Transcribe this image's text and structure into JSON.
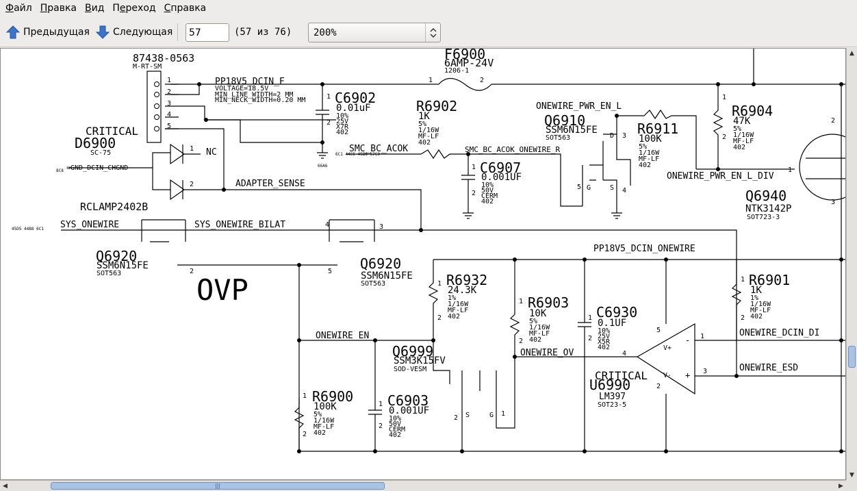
{
  "menu": {
    "file": {
      "hot": "Ф",
      "rest": "айл"
    },
    "edit": {
      "hot": "П",
      "rest": "равка"
    },
    "view": {
      "hot": "В",
      "rest": "ид"
    },
    "go": {
      "hot": "",
      "pre": "П",
      "hot2": "е",
      "rest": "реход"
    },
    "help": {
      "hot": "С",
      "rest": "правка"
    }
  },
  "toolbar": {
    "prev_label": "Предыдущая",
    "next_label": "Следующая",
    "page_value": "57",
    "page_count": "(57 из 76)",
    "zoom_value": "200%"
  },
  "icons": {
    "prev": "arrow-up-icon",
    "next": "arrow-down-icon",
    "zoom": "chevron-updown-icon"
  },
  "colors": {
    "arrow_blue": "#3b73c9",
    "scroll_thumb": "#a9c3e6"
  },
  "schematic": {
    "conn_part": "87438-0563",
    "conn_pkg": "M-RT-SM",
    "critical1": "CRITICAL",
    "d6900": "D6900",
    "d6900_pkg": "SC-75",
    "f6900": "F6900",
    "f6900_val": "6AMP-24V",
    "f6900_pkg": "1206-1",
    "pp18v5_dcin_f": "PP18V5_DCIN_F",
    "voltage": "VOLTAGE=18.5V",
    "min_line": "MIN_LINE_WIDTH=2 MM",
    "min_neck": "MIN_NECK_WIDTH=0.20 MM",
    "c6902": "C6902",
    "c6902_val": "0.01uF",
    "c6902_tol": "10%",
    "c6902_v": "25V",
    "c6902_d": "X7R",
    "c6902_pkg": "402",
    "r6902": "R6902",
    "r6902_val": "1K",
    "r6902_tol": "5%",
    "r6902_w": "1/16W",
    "r6902_t": "MF-LF",
    "r6902_pkg": "402",
    "onewire_pwr_en_l": "ONEWIRE_PWR_EN_L",
    "q6910": "Q6910",
    "q6910_val": "SSM6N15FE",
    "q6910_pkg": "SOT563",
    "r6911": "R6911",
    "r6911_val": "100K",
    "r6911_tol": "5%",
    "r6911_w": "1/16W",
    "r6911_t": "MF-LF",
    "r6911_pkg": "402",
    "r6904": "R6904",
    "r6904_val": "47K",
    "r6904_tol": "5%",
    "r6904_w": "1/16W",
    "r6904_t": "MF-LF",
    "r6904_pkg": "402",
    "nc": "NC",
    "gnd_dcin": "=GND_DCIN_CHGND",
    "gnd_ref": "8C8",
    "smc_bc_acok": "SMC_BC_ACOK",
    "smc_bc_acok_ow": "SMC_BC_ACOK_ONEWIRE_R",
    "c6907": "C6907",
    "c6907_val": "0.001UF",
    "c6907_tol": "10%",
    "c6907_v": "50V",
    "c6907_d": "CERM",
    "c6907_pkg": "402",
    "onewire_pwr_en_l_div": "ONEWIRE_PWR_EN_L_DIV",
    "q6940": "Q6940",
    "q6940_val": "NTK3142P",
    "q6940_pkg": "SOT723-3",
    "adapter_sense": "ADAPTER_SENSE",
    "rclamp": "RCLAMP2402B",
    "sys_onewire": "SYS_ONEWIRE",
    "sys_onewire_ref": "45D5  44B8  6C1",
    "sys_onewire_bilat": "SYS_ONEWIRE_BILAT",
    "q6920a": "Q6920",
    "q6920a_val": "SSM6N15FE",
    "q6920a_pkg": "SOT563",
    "q6920b": "Q6920",
    "q6920b_val": "SSM6N15FE",
    "q6920b_pkg": "SOT563",
    "ovp": "OVP",
    "pp18v5_dcin_ow": "PP18V5_DCIN_ONEWIRE",
    "r6932": "R6932",
    "r6932_val": "24.3K",
    "r6932_tol": "1%",
    "r6932_w": "1/16W",
    "r6932_t": "MF-LF",
    "r6932_pkg": "402",
    "r6903": "R6903",
    "r6903_val": "10K",
    "r6903_tol": "5%",
    "r6903_w": "1/16W",
    "r6903_t": "MF-LF",
    "r6903_pkg": "402",
    "c6930": "C6930",
    "c6930_val": "0.1UF",
    "c6930_tol": "10%",
    "c6930_v": "25V",
    "c6930_d": "X5R",
    "c6930_pkg": "402",
    "r6901": "R6901",
    "r6901_val": "1K",
    "r6901_tol": "1%",
    "r6901_w": "1/16W",
    "r6901_t": "MF-LF",
    "r6901_pkg": "402",
    "onewire_en": "ONEWIRE_EN",
    "q6999": "Q6999",
    "q6999_val": "SSM3K15FV",
    "q6999_pkg": "SOD-VESM",
    "onewire_ov": "ONEWIRE_OV",
    "critical2": "CRITICAL",
    "u6990": "U6990",
    "u6990_val": "LM397",
    "u6990_pkg": "SOT23-5",
    "onewire_dcin_di": "ONEWIRE_DCIN_DI",
    "onewire_esd": "ONEWIRE_ESD",
    "r6900": "R6900",
    "r6900_val": "100K",
    "r6900_tol": "5%",
    "r6900_w": "1/16W",
    "r6900_t": "MF-LF",
    "r6900_pkg": "402",
    "c6903": "C6903",
    "c6903_val": "0.001UF",
    "c6903_tol": "10%",
    "c6903_v": "50V",
    "c6903_d": "CERM",
    "c6903_pkg": "402",
    "gnd_refs": "6C1 44C5 45B6 57C3",
    "gnd_ref2": "66A6",
    "pins": {
      "p1": "1",
      "p2": "2",
      "p3": "3",
      "p4": "4",
      "p5": "5",
      "g": "G",
      "s": "S",
      "d": "D",
      "vp": "V+",
      "vm": "V-",
      "plus": "+",
      "minus": "-"
    }
  }
}
